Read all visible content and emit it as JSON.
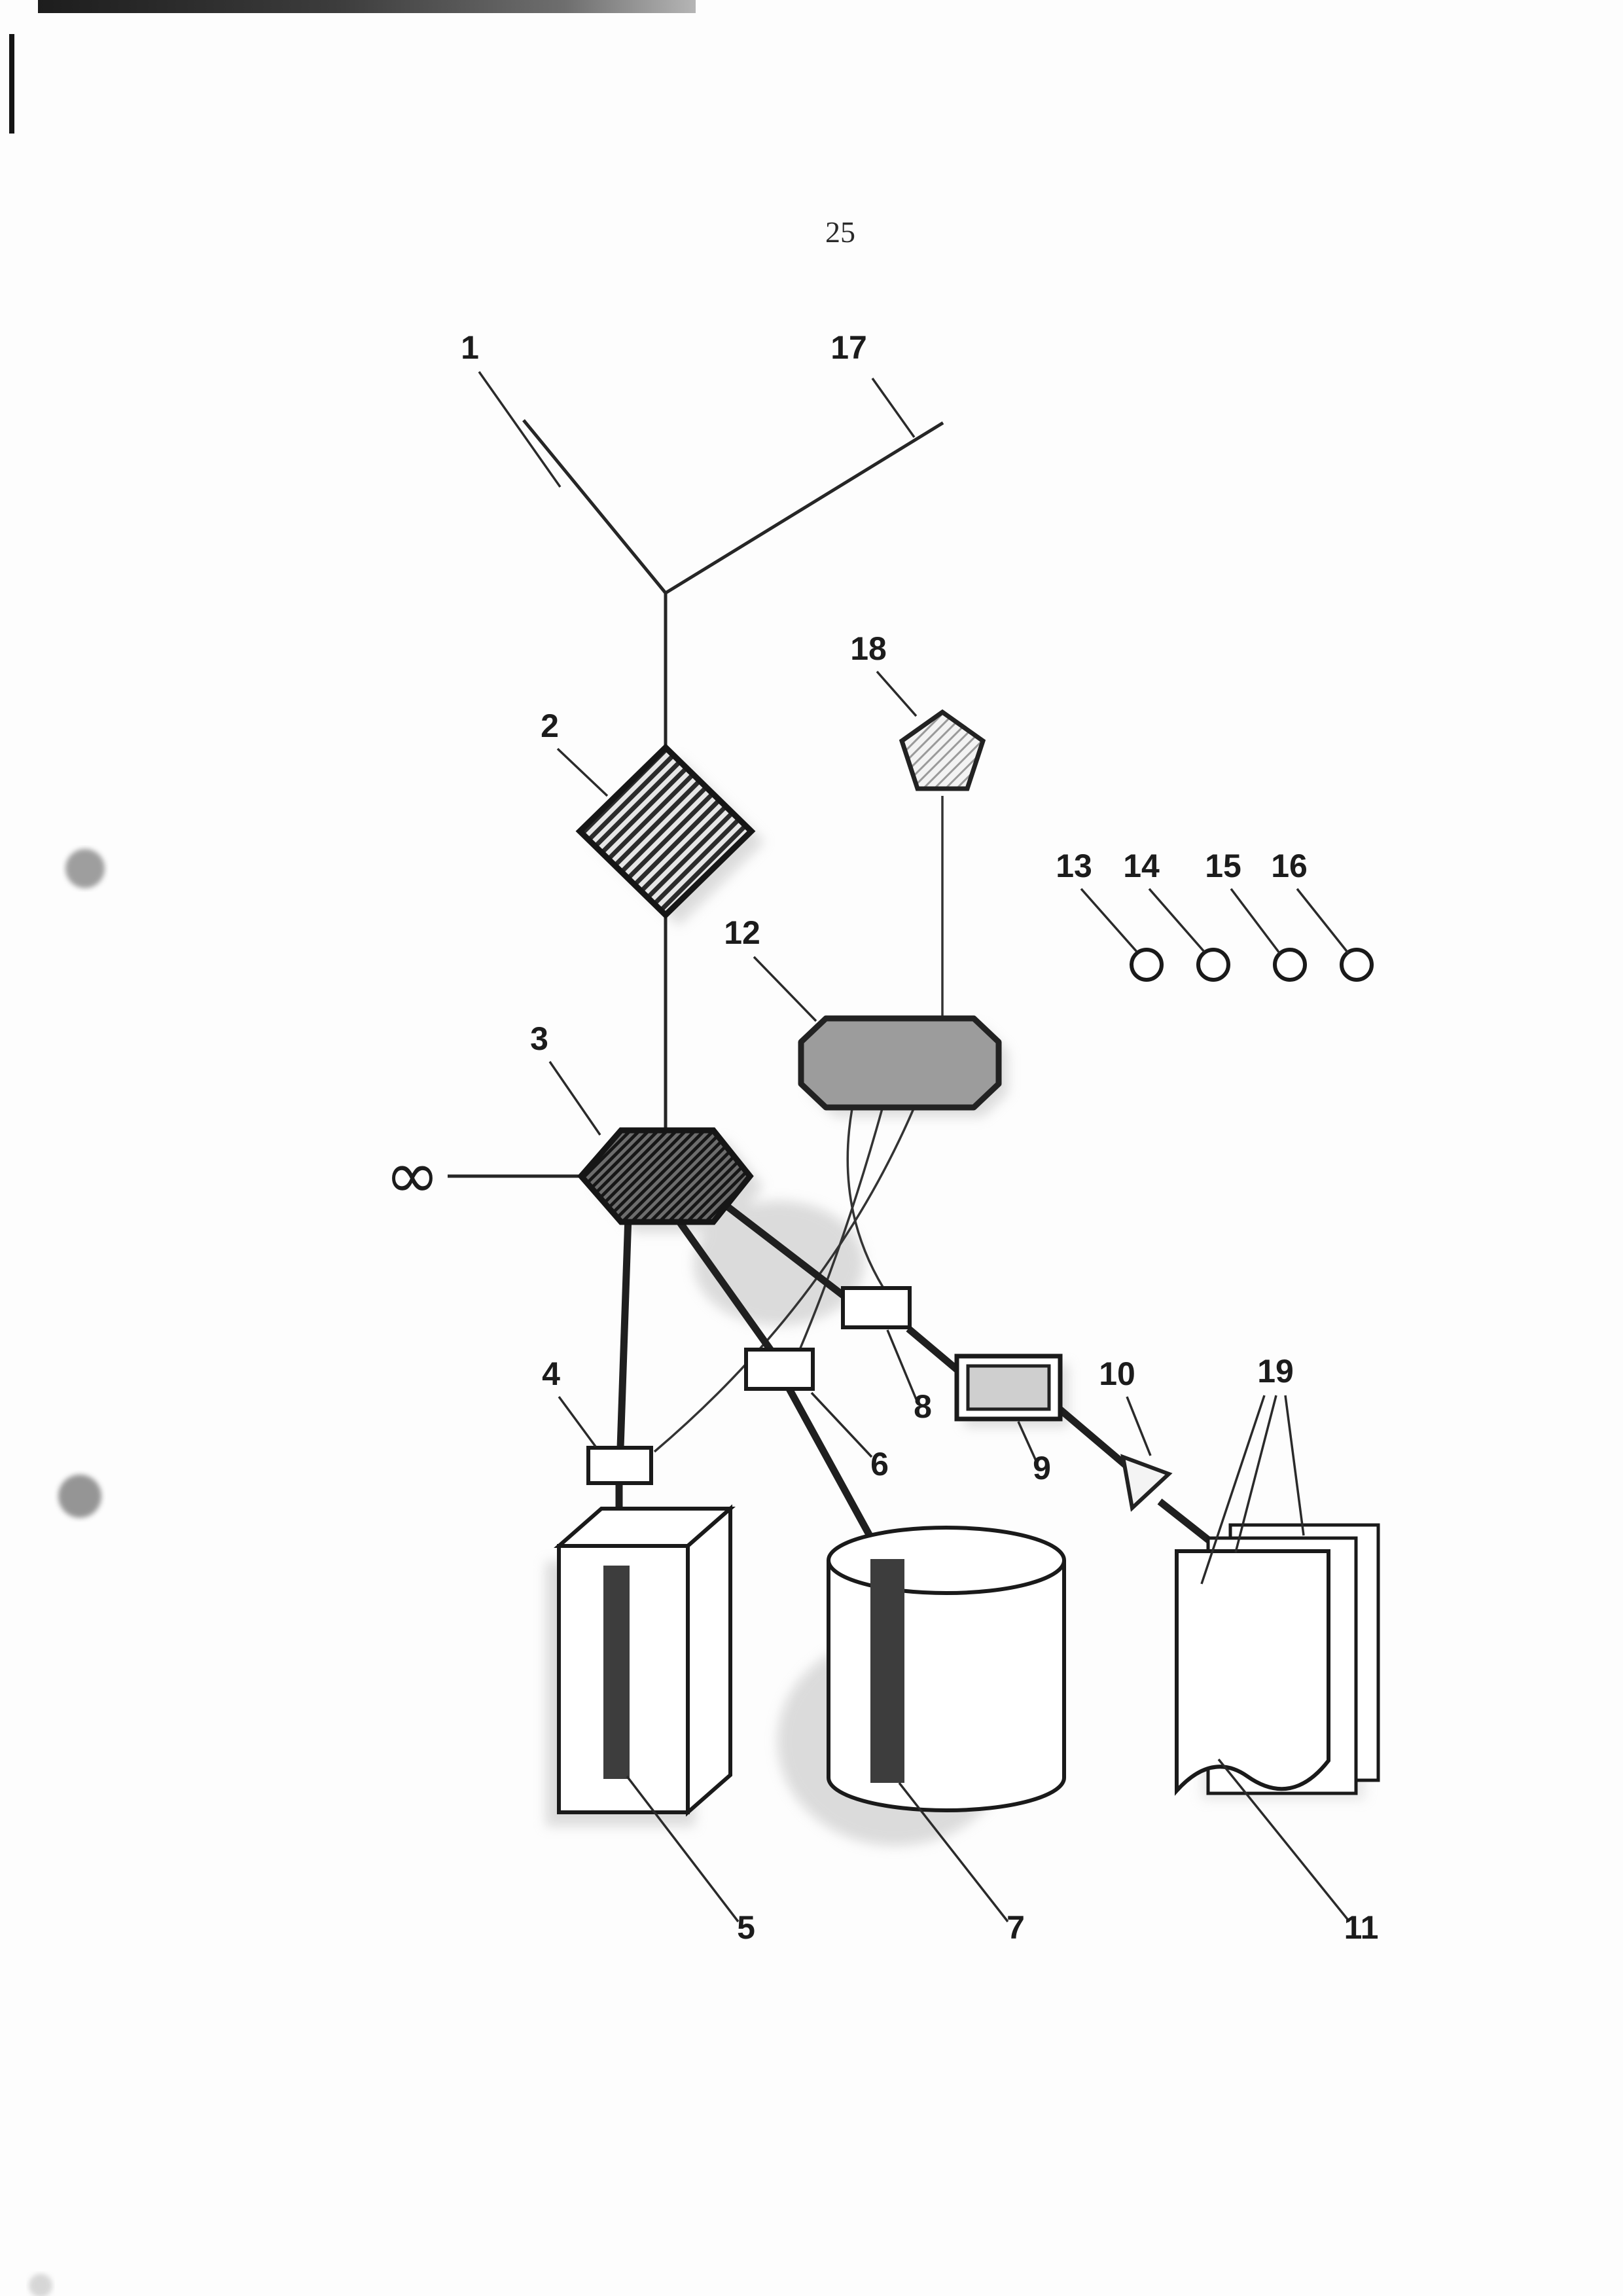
{
  "page": {
    "number": "25"
  },
  "diagram": {
    "infinity_symbol": "∞",
    "labels": {
      "n1": "1",
      "n2": "2",
      "n3": "3",
      "n4": "4",
      "n5": "5",
      "n6": "6",
      "n7": "7",
      "n8": "8",
      "n9": "9",
      "n10": "10",
      "n11": "11",
      "n12": "12",
      "n13": "13",
      "n14": "14",
      "n15": "15",
      "n16": "16",
      "n17": "17",
      "n18": "18",
      "n19": "19"
    },
    "colors": {
      "ink": "#1f1f1f",
      "shadow": "#c0c0c0",
      "component_gray": "#9c9c9c",
      "dark_fill": "#3d3d3d",
      "paper": "#fdfdfd"
    }
  }
}
